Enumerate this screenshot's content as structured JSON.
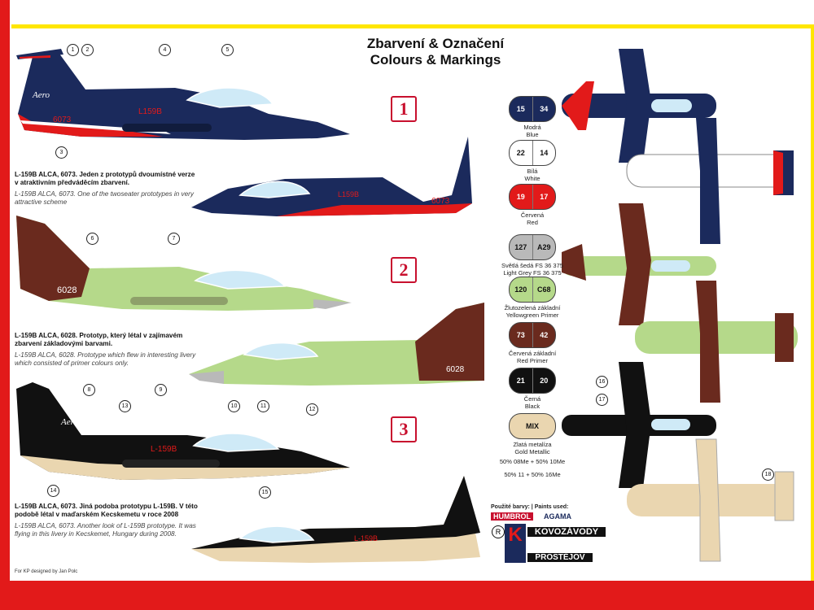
{
  "title": {
    "line1": "Zbarvení & Označení",
    "line2": "Colours & Markings"
  },
  "schemes": [
    {
      "number": "1",
      "desc_cz": "L-159B ALCA, 6073. Jeden z prototypů dvoumístné verze v atraktivním předváděcím zbarvení.",
      "desc_en": "L-159B ALCA, 6073. One of the twoseater prototypes in very attractive scheme",
      "side_text": "L159B",
      "serial": "6073"
    },
    {
      "number": "2",
      "desc_cz": "L-159B ALCA, 6028. Prototyp, který létal v zajímavém zbarvení základovými barvami.",
      "desc_en": "L-159B ALCA, 6028. Prototype which flew in interesting livery which consisted of primer colours only.",
      "serial": "6028"
    },
    {
      "number": "3",
      "desc_cz": "L-159B ALCA, 6073. Jiná podoba prototypu L-159B. V této podobě létal v maďarském Kecskemetu v roce 2008",
      "desc_en": "L-159B ALCA, 6073. Another look of L-159B prototype. It was flying in this livery in Kecskemet, Hungary during 2008.",
      "side_text": "L-159B"
    }
  ],
  "logo_text": "Aero",
  "swatches": [
    {
      "left": "15",
      "right": "34",
      "cz": "Modrá",
      "en": "Blue",
      "color": "#1b2a5c",
      "text_color": "#ffffff"
    },
    {
      "left": "22",
      "right": "14",
      "cz": "Bílá",
      "en": "White",
      "color": "#ffffff",
      "text_color": "#111111"
    },
    {
      "left": "19",
      "right": "17",
      "cz": "Červená",
      "en": "Red",
      "color": "#e21a1a",
      "text_color": "#ffffff"
    },
    {
      "left": "127",
      "right": "A29",
      "cz": "Světlá šedá FS 36 375",
      "en": "Light Grey FS 36 375",
      "color": "#b9b9b9",
      "text_color": "#111111"
    },
    {
      "left": "120",
      "right": "C68",
      "cz": "Žlutozelená základní",
      "en": "Yellowgreen Primer",
      "color": "#b5d98a",
      "text_color": "#111111"
    },
    {
      "left": "73",
      "right": "42",
      "cz": "Červená základní",
      "en": "Red Primer",
      "color": "#6a2a1e",
      "text_color": "#ffffff"
    },
    {
      "left": "21",
      "right": "20",
      "cz": "Černá",
      "en": "Black",
      "color": "#111111",
      "text_color": "#ffffff"
    },
    {
      "left": "MIX",
      "right": "",
      "cz": "Zlatá metalíza",
      "en": "Gold Metallic",
      "color": "#ead6b0",
      "text_color": "#111111"
    }
  ],
  "mix_recipes": [
    "50% 08Me + 50% 10Me",
    "50% 11 + 50% 16Me"
  ],
  "used_paints_label": "Použité barvy: | Paints used:",
  "brands": [
    "HUMBROL",
    "AGAMA"
  ],
  "manufacturer": {
    "line1": "KOVOZÁVODY",
    "line2": "PROSTĚJOV",
    "mark": "K"
  },
  "registered_mark": "R",
  "credit": "For KP designed by Jan Polc",
  "colors": {
    "frame_red": "#e21a1a",
    "frame_yellow": "#ffe600",
    "blue": "#1b2a5c",
    "green": "#b5d98a",
    "maroon": "#6a2a1e",
    "sand": "#ead6b0"
  },
  "callouts": [
    "1",
    "2",
    "3",
    "4",
    "5",
    "6",
    "7",
    "8",
    "9",
    "10",
    "11",
    "12",
    "13",
    "14",
    "15",
    "16",
    "17",
    "18"
  ]
}
